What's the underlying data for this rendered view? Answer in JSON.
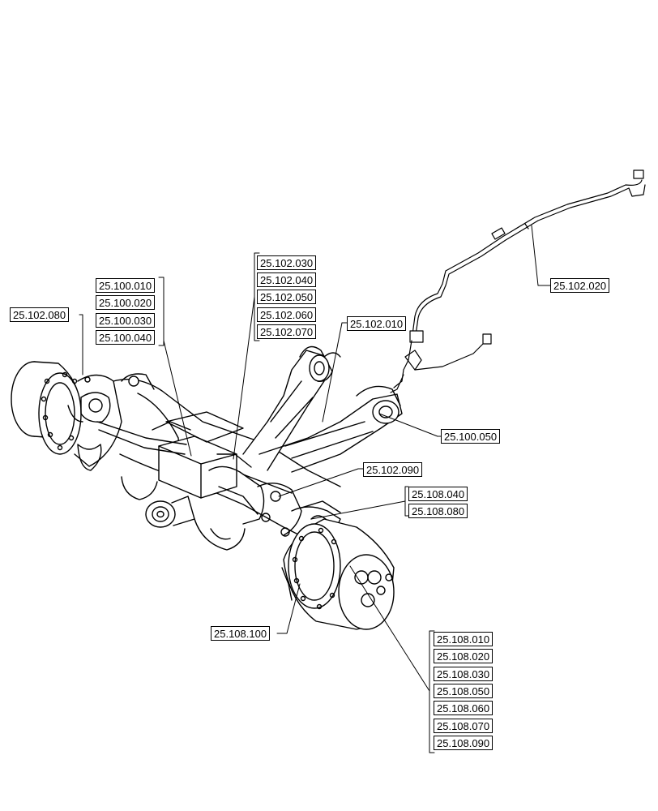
{
  "callouts": {
    "c_102_080": "25.102.080",
    "c_100_010": "25.100.010",
    "c_100_020": "25.100.020",
    "c_100_030": "25.100.030",
    "c_100_040": "25.100.040",
    "c_102_030": "25.102.030",
    "c_102_040": "25.102.040",
    "c_102_050": "25.102.050",
    "c_102_060": "25.102.060",
    "c_102_070": "25.102.070",
    "c_102_020": "25.102.020",
    "c_102_010": "25.102.010",
    "c_100_050": "25.100.050",
    "c_102_090": "25.102.090",
    "c_108_040": "25.108.040",
    "c_108_080": "25.108.080",
    "c_108_100": "25.108.100",
    "c_108_010": "25.108.010",
    "c_108_020": "25.108.020",
    "c_108_030": "25.108.030",
    "c_108_050": "25.108.050",
    "c_108_060": "25.108.060",
    "c_108_070": "25.108.070",
    "c_108_090": "25.108.090"
  }
}
